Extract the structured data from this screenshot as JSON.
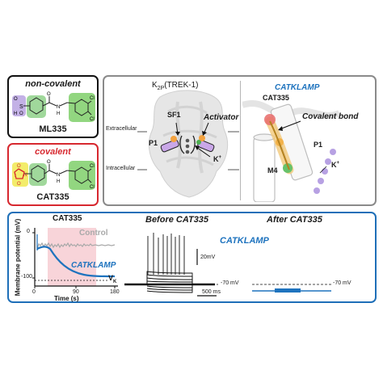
{
  "colors": {
    "black_box": "#111111",
    "covalent_red": "#d7282f",
    "protein_panel_gray": "#8a8a8a",
    "bottom_blue": "#1e6fb8",
    "catklamp_blue": "#1e73be",
    "control_gray": "#a9a9a9",
    "shade_pink": "#f6c9cf",
    "phenyl_green": "#8fd18a",
    "sulfonamide_purple": "#b9a3e2",
    "maleimide_yellow": "#f2ea5a",
    "chloro_green": "#7fcf6a"
  },
  "noncovalent": {
    "title": "non-covalent",
    "compound": "ML335",
    "atoms": {
      "s": "S",
      "o1": "O",
      "o2": "O",
      "h": "H",
      "n1": "N",
      "o3": "O",
      "n2": "N",
      "h2": "H",
      "cl1": "Cl",
      "cl2": "Cl"
    }
  },
  "covalent": {
    "title": "covalent",
    "compound": "CAT335",
    "atoms": {
      "o1": "O",
      "n1": "N",
      "o2": "O",
      "o3": "O",
      "n2": "N",
      "h2": "H",
      "cl1": "Cl",
      "cl2": "Cl"
    }
  },
  "structure": {
    "title_k": "K",
    "title_sub": "2P",
    "title_rest": "(TREK-1)",
    "extracellular": "Extracellular",
    "intracellular": "Intracellular",
    "sf1": "SF1",
    "p1": "P1",
    "activator": "Activator",
    "kplus": "K",
    "kplus_sup": "+"
  },
  "catklamp_panel": {
    "title": "CATKLAMP",
    "cat335": "CAT335",
    "covalent_bond": "Covalent bond",
    "p1": "P1",
    "m4": "M4",
    "kplus": "K",
    "kplus_sup": "+"
  },
  "timecourse": {
    "title": "CAT335",
    "control_label": "Control",
    "catklamp_label": "CATKLAMP",
    "vk_label": "V",
    "vk_sub": "K",
    "ylabel": "Membrane potential (mV)",
    "xlabel": "Time (s)",
    "y_ticks": [
      "0",
      "-100"
    ],
    "x_ticks": [
      "0",
      "90",
      "180"
    ]
  },
  "before": {
    "title": "Before CAT335",
    "scale_mv": "20mV",
    "scale_ms": "500 ms",
    "rest_label": "-70 mV"
  },
  "middle_label": "CATKLAMP",
  "after": {
    "title": "After CAT335",
    "rest_label": "-70 mV"
  }
}
